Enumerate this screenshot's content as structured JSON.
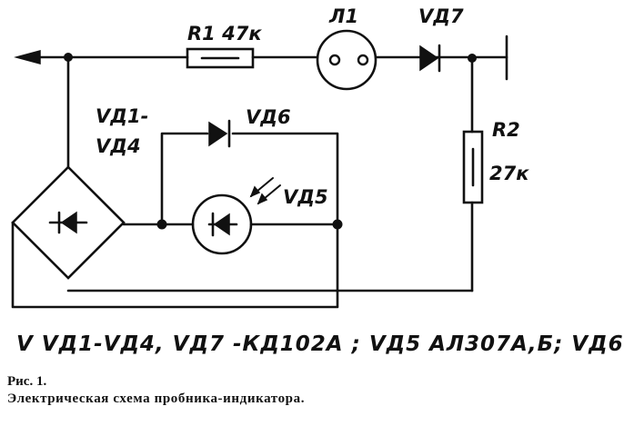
{
  "labels": {
    "r1": "R1 47к",
    "l1": "Л1",
    "vd7": "VД7",
    "bridge_top": "VД1-",
    "bridge_bottom": "VД4",
    "vd6": "VД6",
    "vd5": "VД5",
    "r2_name": "R2",
    "r2_value": "27к"
  },
  "parts_line": "V VД1-VД4, VД7 -КД102А ;  VД5 АЛ307А,Б; VД6",
  "figure": {
    "label": "Рис. 1.",
    "caption": "Электрическая схема пробника-индикатора."
  }
}
